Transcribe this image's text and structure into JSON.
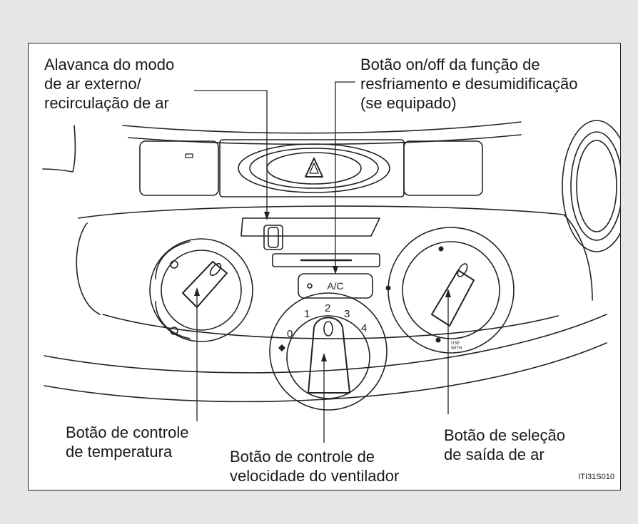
{
  "callouts": {
    "recirc_lever": [
      "Alavanca do modo",
      "de ar externo/",
      "recirculação de ar"
    ],
    "ac_button": [
      "Botão on/off da função de",
      "resfriamento e desumidificação",
      "(se equipado)"
    ],
    "temp_knob": [
      "Botão de controle",
      "de temperatura"
    ],
    "fan_knob": [
      "Botão de controle de",
      "velocidade do ventilador"
    ],
    "outlet_knob": [
      "Botão de seleção",
      "de saída de ar"
    ]
  },
  "panel": {
    "ac_label": "A/C",
    "fan_speeds": [
      "0",
      "1",
      "2",
      "3",
      "4"
    ],
    "outlet_use_with_text": [
      "USE",
      "WITH"
    ]
  },
  "figure_code": "ITI31S010",
  "colors": {
    "background": "#e6e6e6",
    "frame": "#ffffff",
    "line": "#222222"
  }
}
